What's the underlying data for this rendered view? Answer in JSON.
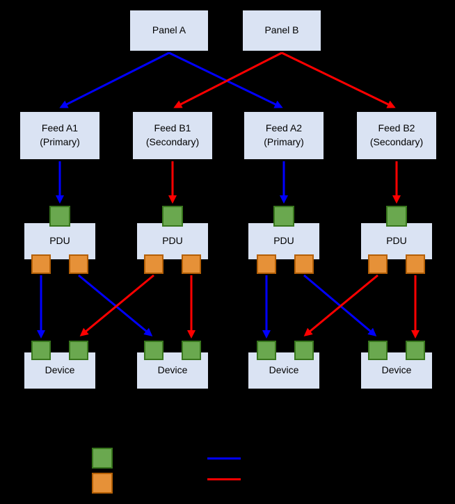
{
  "panels": [
    {
      "label": "Panel A"
    },
    {
      "label": "Panel B"
    }
  ],
  "feeds": [
    {
      "name": "Feed A1",
      "type": "(Primary)"
    },
    {
      "name": "Feed B1",
      "type": "(Secondary)"
    },
    {
      "name": "Feed A2",
      "type": "(Primary)"
    },
    {
      "name": "Feed B2",
      "type": "(Secondary)"
    }
  ],
  "pdus": [
    {
      "label": "PDU"
    },
    {
      "label": "PDU"
    },
    {
      "label": "PDU"
    },
    {
      "label": "PDU"
    }
  ],
  "devices": [
    {
      "label": "Device"
    },
    {
      "label": "Device"
    },
    {
      "label": "Device"
    },
    {
      "label": "Device"
    }
  ],
  "colors": {
    "background": "#000000",
    "node_fill": "#dae3f3",
    "node_border": "#000000",
    "input_port_fill": "#6aa84f",
    "input_port_border": "#38761d",
    "output_port_fill": "#e69138",
    "output_port_border": "#b45f06",
    "primary_line": "#0000ff",
    "secondary_line": "#ff0000",
    "text": "#000000"
  },
  "legend": {
    "swatches": [
      {
        "name": "input-port",
        "color": "#6aa84f"
      },
      {
        "name": "output-port",
        "color": "#e69138"
      }
    ],
    "lines": [
      {
        "name": "primary-path",
        "color": "#0000ff"
      },
      {
        "name": "secondary-path",
        "color": "#ff0000"
      }
    ]
  }
}
